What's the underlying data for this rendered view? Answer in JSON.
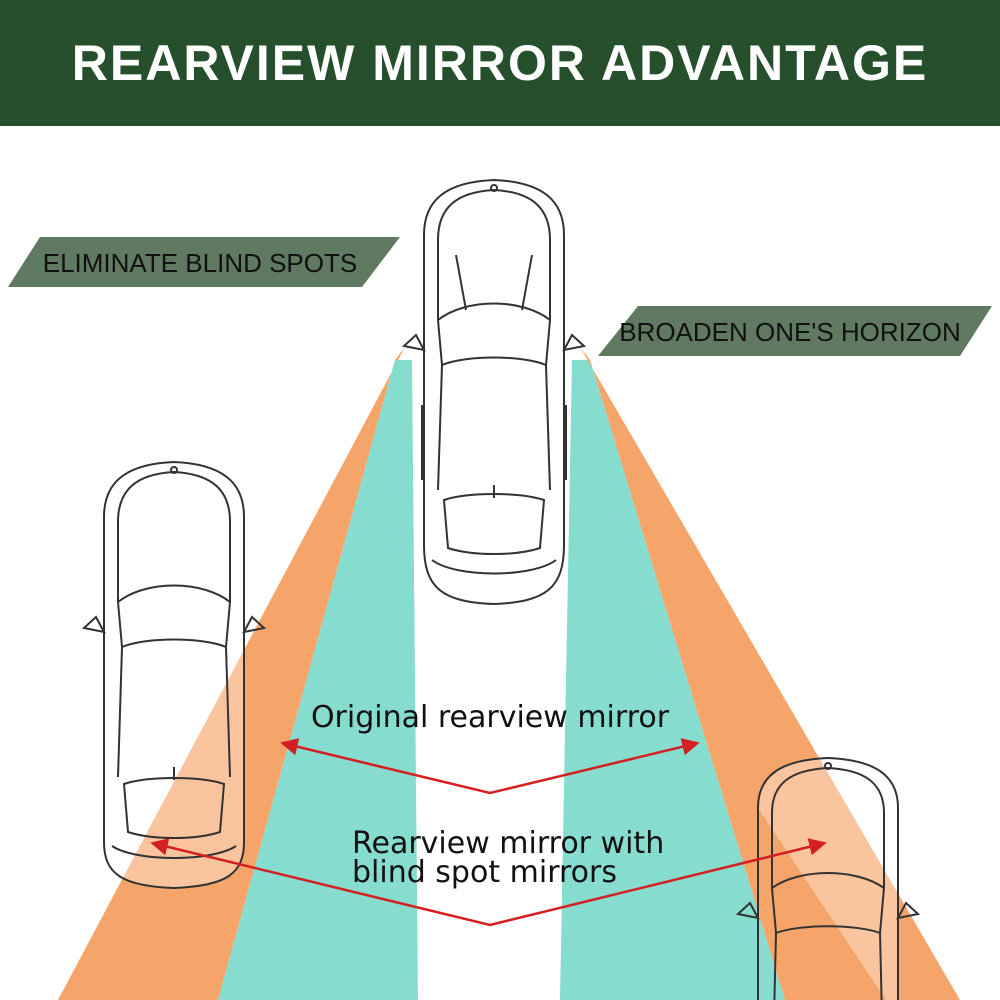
{
  "header": {
    "title": "REARVIEW MIRROR ADVANTAGE"
  },
  "banners": {
    "left": "ELIMINATE BLIND SPOTS",
    "right": "BROADEN ONE'S HORIZON"
  },
  "labels": {
    "original": "Original rearview mirror",
    "blind_line1": "Rearview mirror with",
    "blind_line2": "blind spot mirrors"
  },
  "colors": {
    "header_bg": "#264f2c",
    "banner_bg": "#5f7a60",
    "banner_text": "#111111",
    "orange_zone": "#f6a56a",
    "teal_zone": "#86dccf",
    "arrow": "#d42020",
    "car_stroke": "#333333"
  }
}
